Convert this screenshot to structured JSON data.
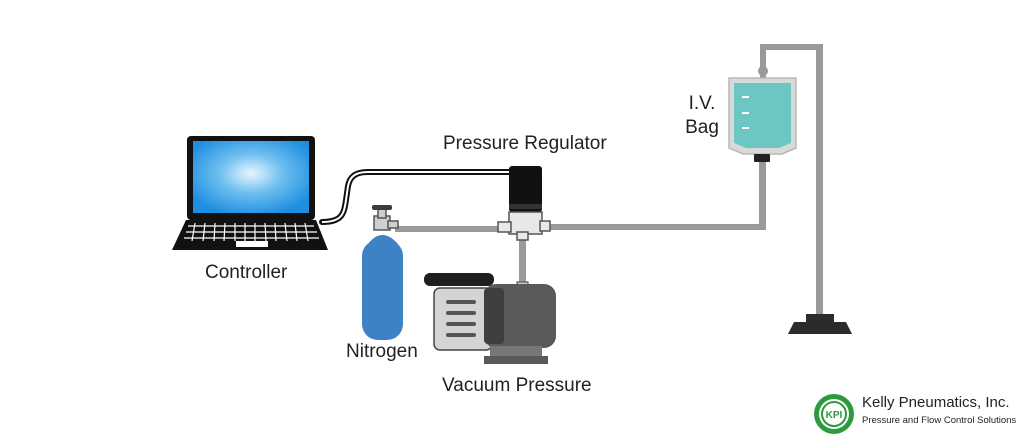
{
  "labels": {
    "controller": "Controller",
    "nitrogen": "Nitrogen",
    "vacuum_pressure": "Vacuum Pressure",
    "pressure_regulator": "Pressure Regulator",
    "iv_line1": "I.V.",
    "iv_line2": "Bag"
  },
  "logo": {
    "company": "Kelly Pneumatics, Inc.",
    "tagline": "Pressure and Flow Control Solutions",
    "emblem_text": "KPI"
  },
  "colors": {
    "screen": "#1e8fe0",
    "cylinder": "#3d82c4",
    "bag_fluid": "#6cc6c2",
    "tubing": "#9a9a9a",
    "logo_green": "#2e9a3e"
  }
}
